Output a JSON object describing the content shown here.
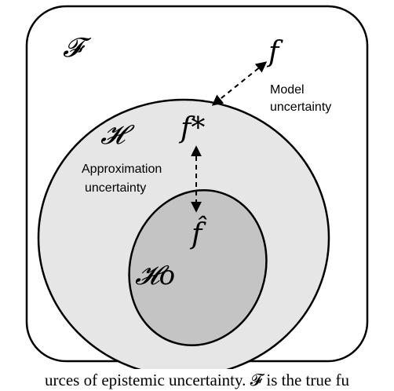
{
  "labels": {
    "F_space": "𝓕",
    "f_true": "f",
    "H_space": "𝓗",
    "f_star": "f*",
    "f_hat": "f̂",
    "H_o": "𝓗o"
  },
  "annotations": {
    "model_line1": "Model",
    "model_line2": "uncertainty",
    "approx_line1": "Approximation",
    "approx_line2": "uncertainty"
  },
  "caption": "urces of epistemic uncertainty. 𝓕 is the true fu",
  "colors": {
    "outer_fill": "#ffffff",
    "H_fill": "#e6e6e6",
    "Ho_fill": "#c4c4c4",
    "stroke": "#000000"
  }
}
